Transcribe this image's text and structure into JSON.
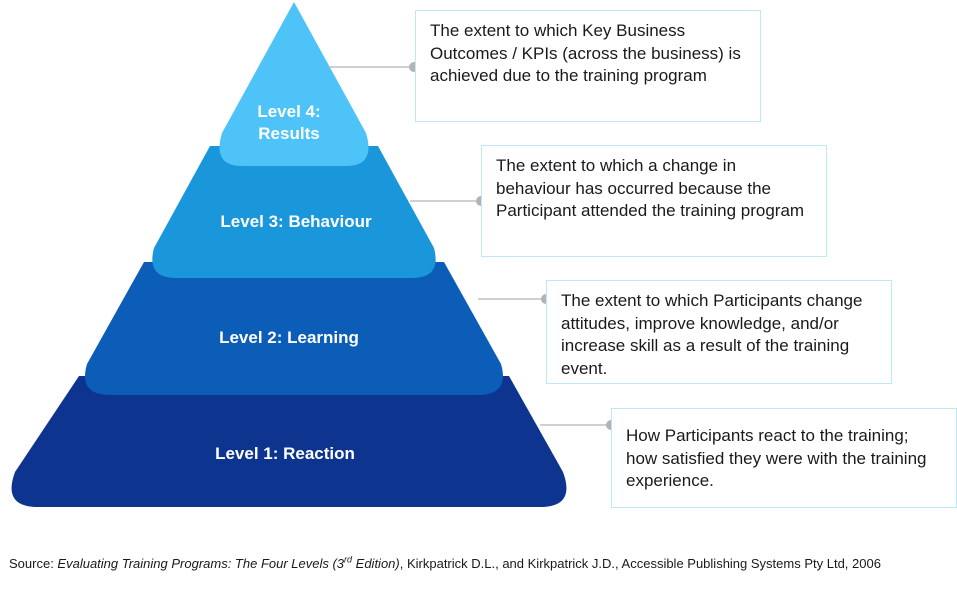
{
  "levels": [
    {
      "id": "level4",
      "line1": "Level 4:",
      "line2": "Results",
      "color": "#4dc3f7",
      "description": "The extent to which Key Business Outcomes / KPIs (across the business) is achieved due to the training program"
    },
    {
      "id": "level3",
      "line1": "Level 3: Behaviour",
      "color": "#1a96db",
      "description": "The extent to which a change in behaviour has occurred because the Participant attended the training program"
    },
    {
      "id": "level2",
      "line1": "Level 2: Learning",
      "color": "#0c5db8",
      "description": "The extent to which Participants change attitudes, improve knowledge, and/or increase skill as a result of the training event."
    },
    {
      "id": "level1",
      "line1": "Level 1: Reaction",
      "color": "#0d358f",
      "description": "How Participants react to the training; how satisfied they were with the training experience."
    }
  ],
  "connector_color": "#b3b3b3",
  "source": {
    "prefix": "Source: ",
    "title_main": "Evaluating Training Programs: The Four Levels (3",
    "title_sup": "rd",
    "title_end": " Edition)",
    "suffix": ", Kirkpatrick D.L., and Kirkpatrick J.D., Accessible Publishing Systems Pty Ltd, 2006"
  }
}
